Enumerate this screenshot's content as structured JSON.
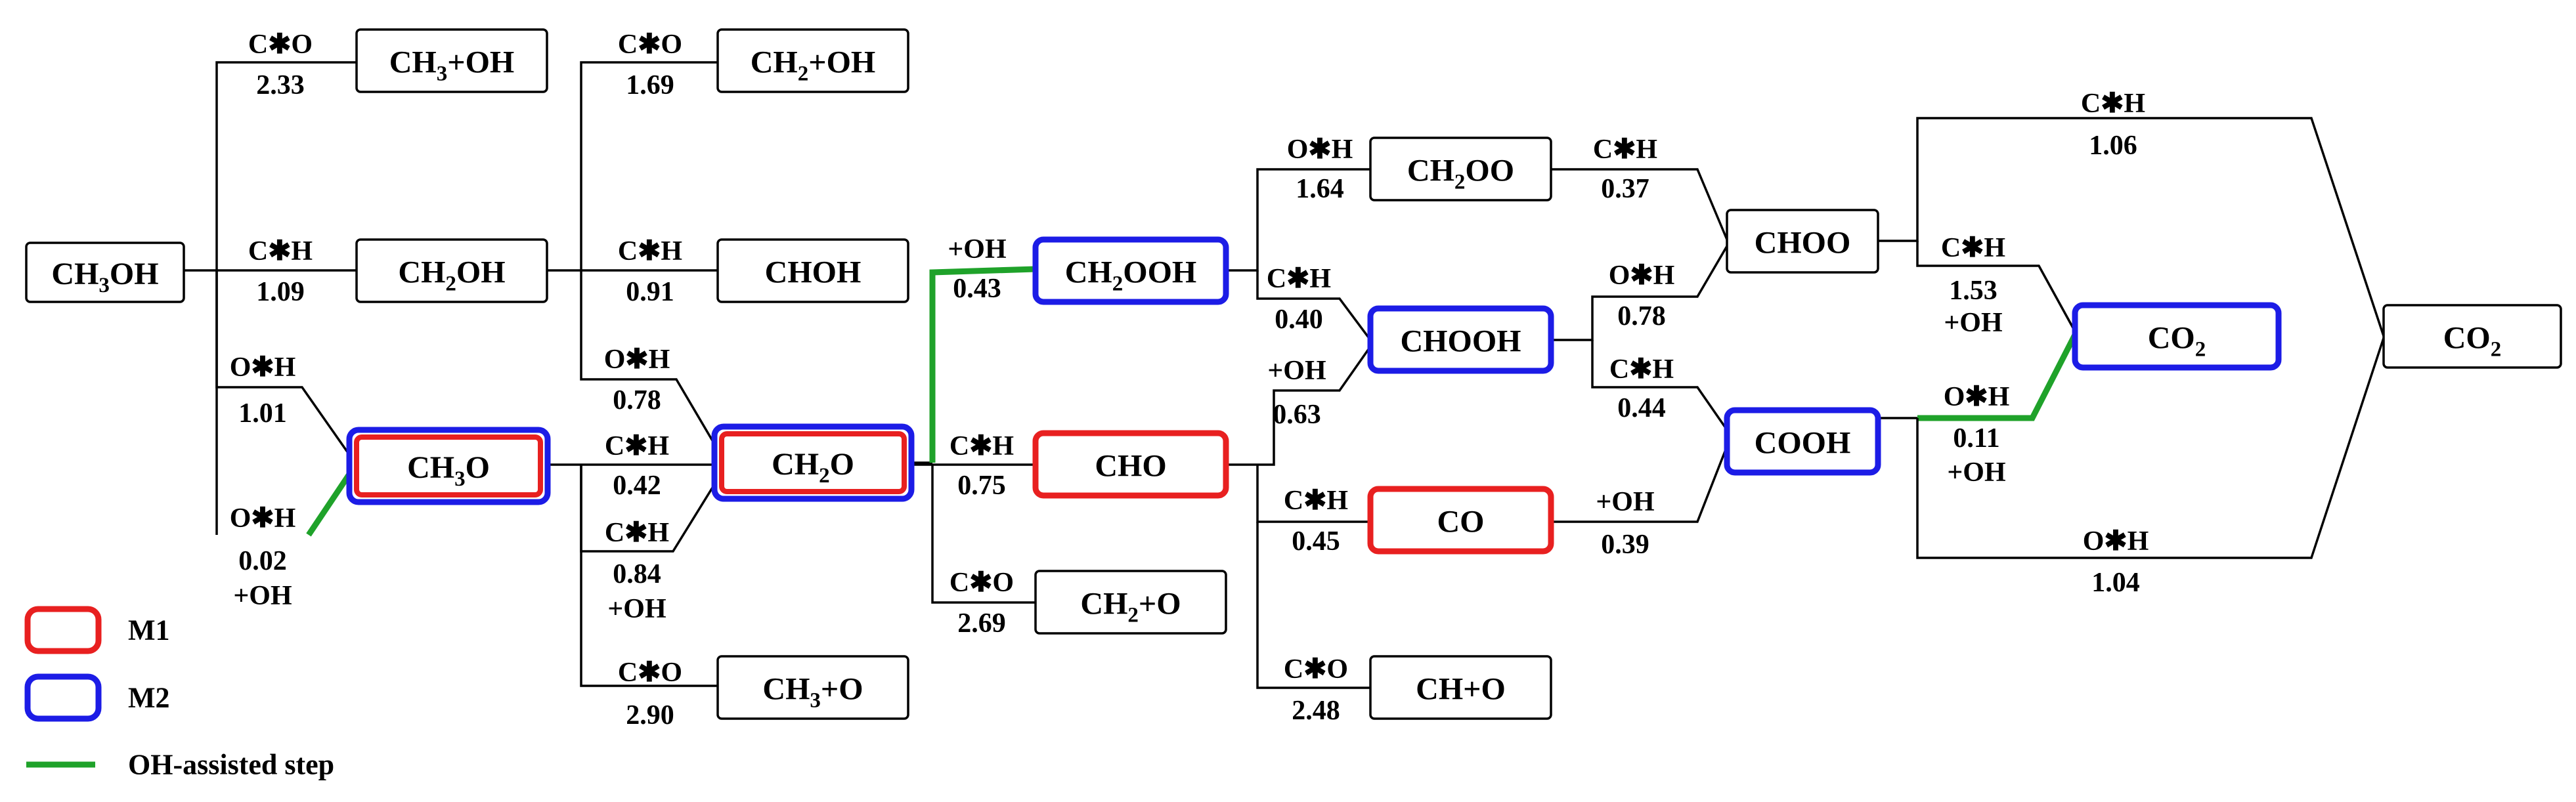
{
  "colors": {
    "m1": "#e82020",
    "m2": "#1c1ce6",
    "oh_step": "#1fa22a",
    "plain": "#000000",
    "line": "#000000"
  },
  "nodes": [
    {
      "id": "CH3OH",
      "text": "CH3OH",
      "border": "plain"
    },
    {
      "id": "CH3_OH",
      "text": "CH3+OH",
      "border": "plain"
    },
    {
      "id": "CH2OH",
      "text": "CH2OH",
      "border": "plain"
    },
    {
      "id": "CH3O",
      "text": "CH3O",
      "border": "both"
    },
    {
      "id": "CH2_OH",
      "text": "CH2+OH",
      "border": "plain"
    },
    {
      "id": "CHOH",
      "text": "CHOH",
      "border": "plain"
    },
    {
      "id": "CH2O",
      "text": "CH2O",
      "border": "both"
    },
    {
      "id": "CH3_O",
      "text": "CH3+O",
      "border": "plain"
    },
    {
      "id": "CH2OOH",
      "text": "CH2OOH",
      "border": "m2"
    },
    {
      "id": "CHO",
      "text": "CHO",
      "border": "m1"
    },
    {
      "id": "CH2_O",
      "text": "CH2+O",
      "border": "plain"
    },
    {
      "id": "CH2OO",
      "text": "CH2OO",
      "border": "plain"
    },
    {
      "id": "CHOOH",
      "text": "CHOOH",
      "border": "m2"
    },
    {
      "id": "CO",
      "text": "CO",
      "border": "m1"
    },
    {
      "id": "CH_O",
      "text": "CH+O",
      "border": "plain"
    },
    {
      "id": "CHOO",
      "text": "CHOO",
      "border": "plain"
    },
    {
      "id": "COOH",
      "text": "COOH",
      "border": "m2"
    },
    {
      "id": "CO2_mid",
      "text": "CO2",
      "border": "m2"
    },
    {
      "id": "CO2_final",
      "text": "CO2",
      "border": "plain"
    }
  ],
  "steps": [
    {
      "bond": "C✱O",
      "barrier": "2.33"
    },
    {
      "bond": "C✱H",
      "barrier": "1.09"
    },
    {
      "bond": "O✱H",
      "barrier": "1.01"
    },
    {
      "bond": "O✱H",
      "barrier": "0.02",
      "extra": "+OH"
    },
    {
      "bond": "C✱O",
      "barrier": "1.69"
    },
    {
      "bond": "C✱H",
      "barrier": "0.91"
    },
    {
      "bond": "O✱H",
      "barrier": "0.78"
    },
    {
      "bond": "C✱H",
      "barrier": "0.42"
    },
    {
      "bond": "C✱H",
      "barrier": "0.84",
      "extra": "+OH"
    },
    {
      "bond": "C✱O",
      "barrier": "2.90"
    },
    {
      "bond": "+OH",
      "barrier": "0.43"
    },
    {
      "bond": "C✱H",
      "barrier": "0.75"
    },
    {
      "bond": "C✱O",
      "barrier": "2.69"
    },
    {
      "bond": "O✱H",
      "barrier": "1.64"
    },
    {
      "bond": "C✱H",
      "barrier": "0.40"
    },
    {
      "bond": "+OH",
      "barrier": "0.63"
    },
    {
      "bond": "C✱H",
      "barrier": "0.45"
    },
    {
      "bond": "C✱O",
      "barrier": "2.48"
    },
    {
      "bond": "C✱H",
      "barrier": "0.37"
    },
    {
      "bond": "O✱H",
      "barrier": "0.78"
    },
    {
      "bond": "C✱H",
      "barrier": "0.44"
    },
    {
      "bond": "+OH",
      "barrier": "0.39"
    },
    {
      "bond": "C✱H",
      "barrier": "1.06"
    },
    {
      "bond": "C✱H",
      "barrier": "1.53",
      "extra": "+OH"
    },
    {
      "bond": "O✱H",
      "barrier": "0.11",
      "extra": "+OH"
    },
    {
      "bond": "O✱H",
      "barrier": "1.04"
    }
  ],
  "legend": [
    {
      "label": "M1",
      "kind": "m1"
    },
    {
      "label": "M2",
      "kind": "m2"
    },
    {
      "label": "OH-assisted step",
      "kind": "oh_step"
    }
  ]
}
